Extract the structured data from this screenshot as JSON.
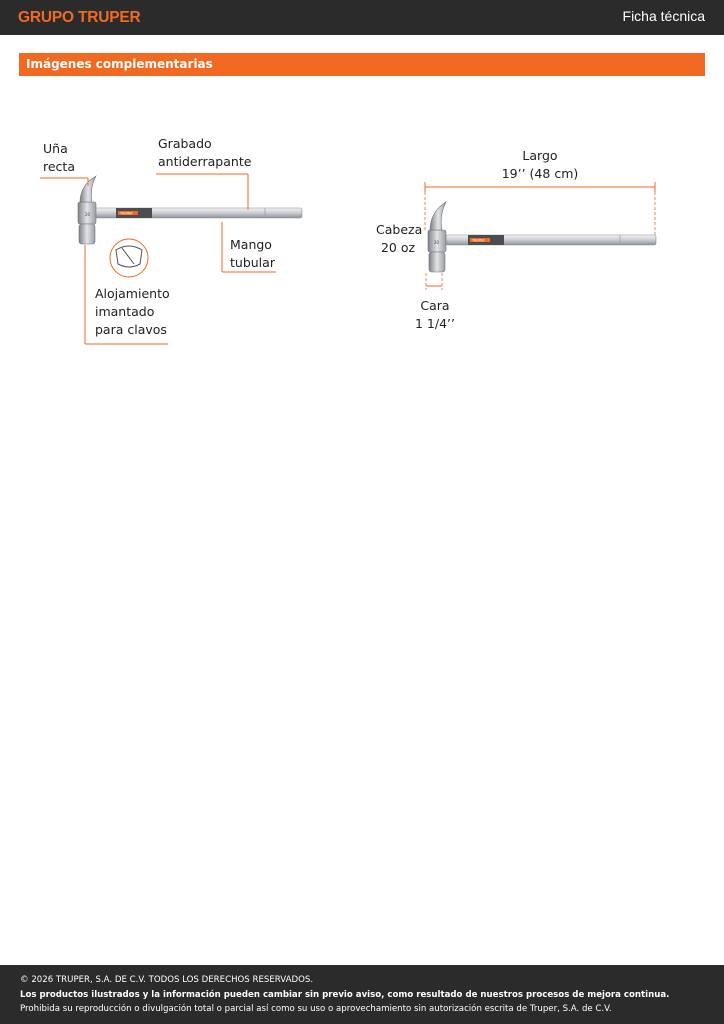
{
  "header": {
    "brand": "GRUPO TRUPER",
    "doc_type": "Ficha técnica"
  },
  "section": {
    "title": "Imágenes complementarias"
  },
  "figure_left": {
    "labels": {
      "claw_1": "Uña",
      "claw_2": "recta",
      "engraving_1": "Grabado",
      "engraving_2": "antiderrapante",
      "handle_1": "Mango",
      "handle_2": "tubular",
      "nail_1": "Alojamiento",
      "nail_2": "imantado",
      "nail_3": "para clavos"
    },
    "grip_text": "TRUPER"
  },
  "figure_right": {
    "labels": {
      "length_1": "Largo",
      "length_2": "19’’ (48 cm)",
      "head_1": "Cabeza",
      "head_2": "20 oz",
      "face_1": "Cara",
      "face_2": "1 1/4’’"
    },
    "grip_text": "TRUPER"
  },
  "footer": {
    "copyright": "© 2026 TRUPER, S.A. DE C.V. TODOS LOS DERECHOS RESERVADOS.",
    "notice": "Los productos ilustrados y la información pueden cambiar sin previo aviso, como resultado de nuestros procesos de mejora continua.",
    "legal": "Prohibida su reproducción o divulgación total o parcial así como su uso o aprovechamiento sin autorización escrita de Truper, S.A. de C.V."
  },
  "colors": {
    "accent": "#f26a21",
    "dark": "#2b2b2b"
  }
}
